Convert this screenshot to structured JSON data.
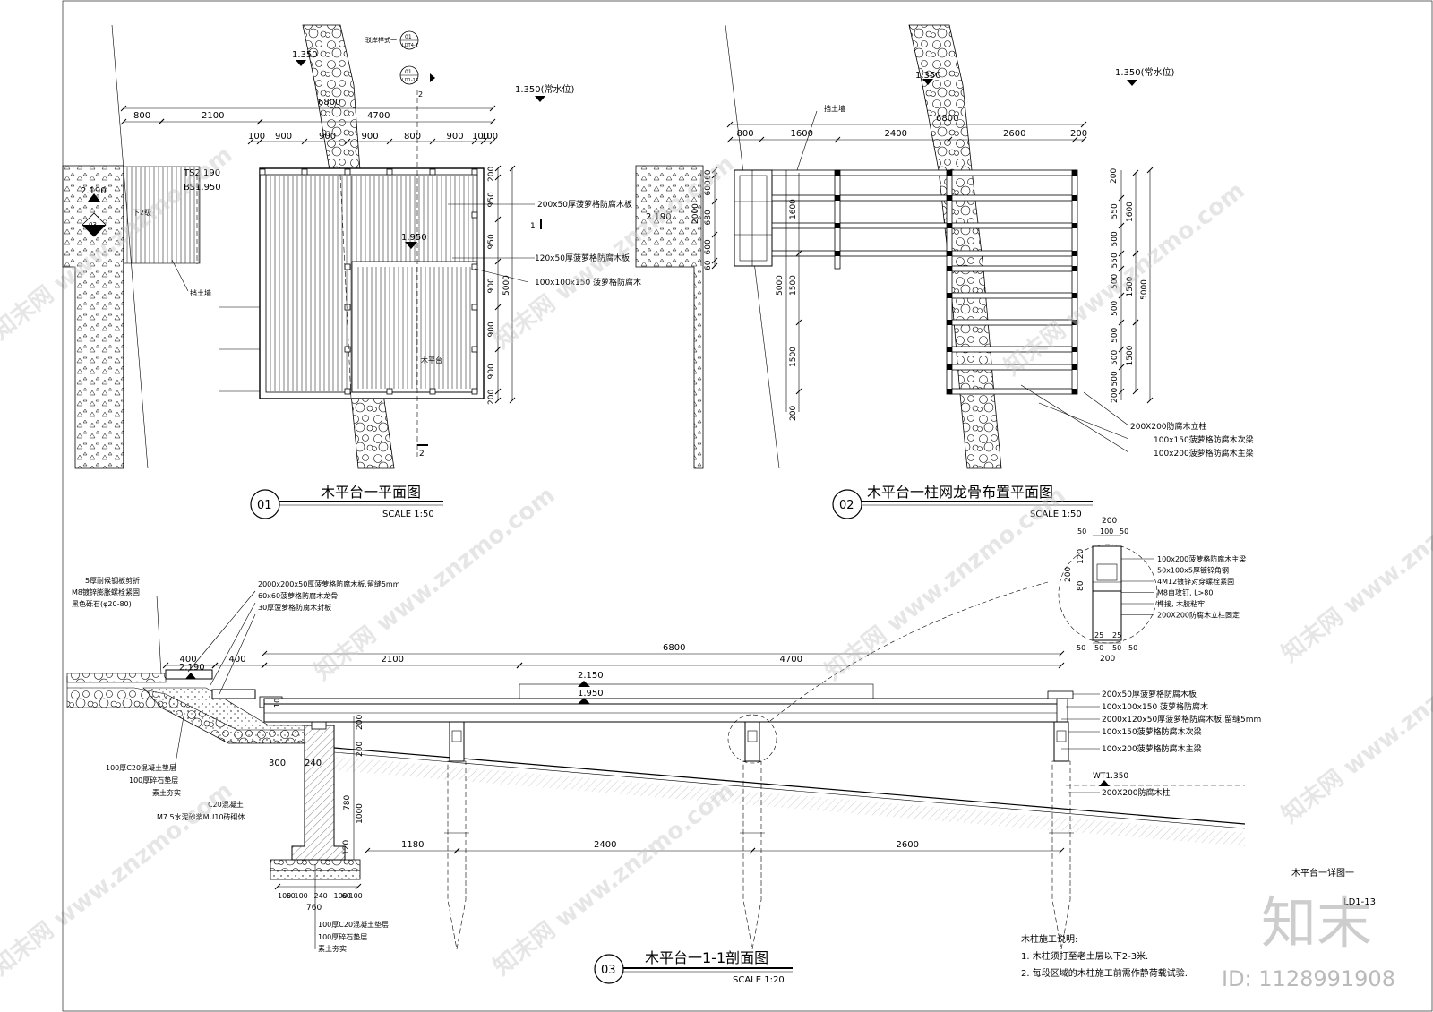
{
  "drawing": {
    "sheet_no": "LD1-13",
    "detail_title": "木平台一详图一",
    "watermark_logo": "知末",
    "id_text": "ID: 1128991908",
    "watermark_repeat": "知末网 www.znzmo.com"
  },
  "plan1": {
    "number": "01",
    "title": "木平台一平面图",
    "scale": "SCALE 1:50",
    "ref_label": "驳岸样式一",
    "ref1": {
      "top": "01",
      "bottom": "LDT4-1"
    },
    "ref2": {
      "top": "01",
      "bottom": "LD1-14"
    },
    "level_bank": "1.350",
    "level_water": "1.350(常水位)",
    "level_left": "2.190",
    "level_deck": "1.950",
    "ts": "TS2.190",
    "bs": "BS1.950",
    "step_label": "下2级",
    "wall_label": "挡土墙",
    "deck_label": "木平台",
    "section_mark": "03",
    "cut_mark_1": "1",
    "cut_mark_2": "2",
    "dims_top_row1": [
      "800",
      "2100",
      "4700"
    ],
    "dim_top_total": "6800",
    "dims_top_row2": [
      "100",
      "900",
      "900",
      "900",
      "800",
      "900",
      "100",
      "100"
    ],
    "dims_right": [
      "200",
      "950",
      "950",
      "900",
      "900",
      "900",
      "200"
    ],
    "dim_right_total": "5000",
    "callouts": [
      "200x50厚菠萝格防腐木板",
      "120x50厚菠萝格防腐木板",
      "100x100x150 菠萝格防腐木"
    ]
  },
  "plan2": {
    "number": "02",
    "title": "木平台一柱网龙骨布置平面图",
    "scale": "SCALE 1:50",
    "level_bank": "1.350",
    "level_water": "1.350(常水位)",
    "level_left": "2.190",
    "wall_label": "挡土墙",
    "dims_top": [
      "800",
      "1600",
      "2400",
      "2600",
      "200"
    ],
    "dim_top_total": "6800",
    "dims_left_small": [
      "60",
      "600",
      "680",
      "600",
      "60"
    ],
    "dim_left_2000": "2000",
    "dim_left_1600": "1600",
    "dims_left_5000": [
      "5000",
      "1500",
      "1500",
      "200"
    ],
    "dims_right": [
      "550",
      "500",
      "550",
      "500",
      "500",
      "500",
      "500",
      "500",
      "200"
    ],
    "dims_right_group": [
      "1600",
      "1500",
      "1500"
    ],
    "dim_right_total": "5000",
    "dim_right_top": "200",
    "callouts": [
      "200X200防腐木立柱",
      "100x150菠萝格防腐木次梁",
      "100x200菠萝格防腐木主梁"
    ]
  },
  "section": {
    "number": "03",
    "title": "木平台一1-1剖面图",
    "scale": "SCALE 1:20",
    "dims_top": [
      "400",
      "400",
      "2100",
      "4700"
    ],
    "dim_top_total": "6800",
    "level_left": "2.190",
    "level_top": "2.150",
    "level_deck": "1.950",
    "level_water": "WT1.350",
    "dims_bottom": [
      "1180",
      "2400",
      "2600"
    ],
    "dims_vertical": [
      "10",
      "200",
      "200",
      "780",
      "1000",
      "120"
    ],
    "dims_footing": [
      "100",
      "60",
      "100",
      "240",
      "100",
      "60",
      "100"
    ],
    "dim_footing_total": "760",
    "dim_wall": "300",
    "dim_wall_w": "240",
    "left_callouts_top": [
      "5厚耐候钢板剪折",
      "M8镀锌膨胀螺栓紧固",
      "黑色砾石(φ20-80)"
    ],
    "top_callouts": [
      "2000x200x50厚菠萝格防腐木板,留缝5mm",
      "60x60菠萝格防腐木龙骨",
      "30厚菠萝格防腐木封板"
    ],
    "left_callouts_mid": [
      "100厚C20混凝土垫层",
      "100厚碎石垫层",
      "素土夯实",
      "C20混凝土",
      "M7.5水泥砂浆MU10砖砌体"
    ],
    "left_callouts_bottom": [
      "100厚C20混凝土垫层",
      "100厚碎石垫层",
      "素土夯实"
    ],
    "right_callouts": [
      "200x50厚菠萝格防腐木板",
      "100x100x150 菠萝格防腐木",
      "2000x120x50厚菠萝格防腐木板,留缝5mm",
      "100x150菠萝格防腐木次梁",
      "100x200菠萝格防腐木主梁",
      "200X200防腐木柱"
    ]
  },
  "detail": {
    "dims_top": [
      "200",
      "50",
      "100",
      "50"
    ],
    "dims_left": [
      "200",
      "120",
      "80"
    ],
    "dims_bottom": [
      "25",
      "25",
      "50",
      "50",
      "50",
      "50"
    ],
    "dim_bottom_total": "200",
    "callouts": [
      "100x200菠萝格防腐木主梁",
      "50x100x5厚镀锌角钢",
      "4M12镀锌对穿螺栓紧固",
      "M8自攻钉, L>80",
      "榫接, 木胶粘牢",
      "200X200防腐木立柱固定"
    ]
  },
  "notes": {
    "title": "木柱施工说明:",
    "items": [
      "1. 木柱须打至老土层以下2-3米.",
      "2. 每段区域的木柱施工前需作静荷载试验."
    ]
  }
}
